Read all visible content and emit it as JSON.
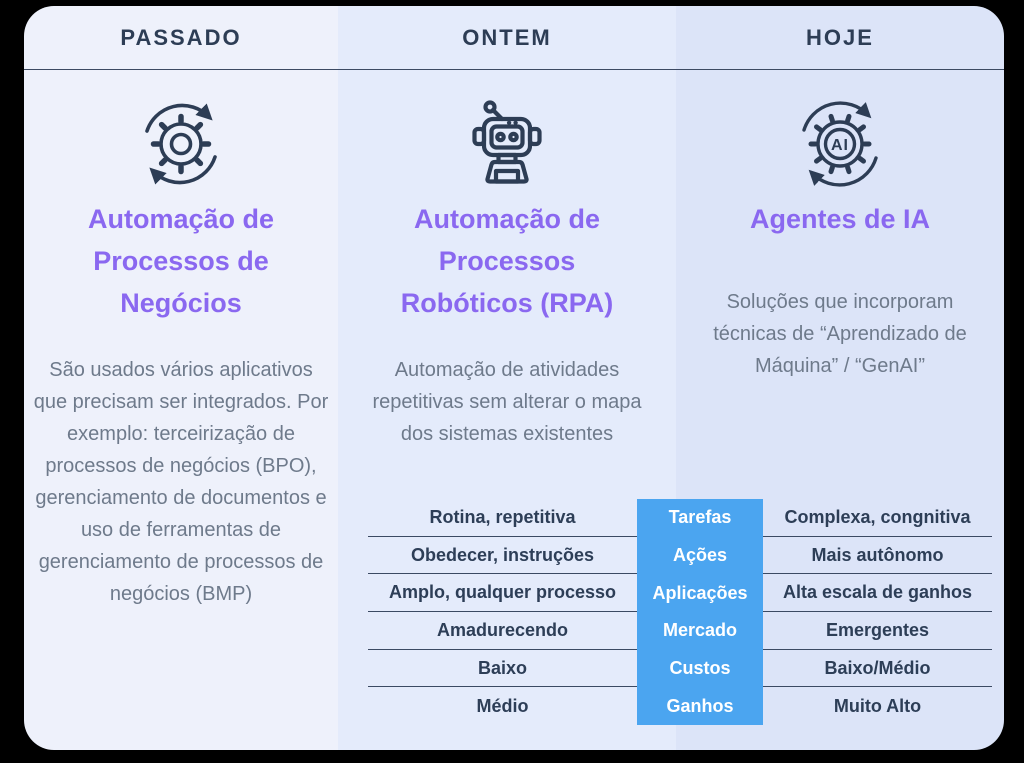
{
  "infographic": {
    "columns": [
      {
        "header": "PASSADO",
        "icon": "process-automation-cycle-icon",
        "title": "Automação de Processos de Negócios",
        "body": "São usados vários aplicativos que precisam ser integrados. Por exemplo: terceirização de processos de negócios (BPO), gerenciamento de documentos e uso de ferramentas de gerenciamento de processos de negócios (BMP)"
      },
      {
        "header": "ONTEM",
        "icon": "robot-icon",
        "title": "Automação de Processos Robóticos (RPA)",
        "body": "Automação de atividades repetitivas sem alterar o mapa dos sistemas existentes"
      },
      {
        "header": "HOJE",
        "icon": "ai-gear-cycle-icon",
        "title": "Agentes de IA",
        "body": "Soluções que incorporam técnicas de “Aprendizado de Máquina” / “GenAI”"
      }
    ],
    "comparison_table": {
      "rows": [
        {
          "left": "Rotina, repetitiva",
          "center": "Tarefas",
          "right": "Complexa, congnitiva"
        },
        {
          "left": "Obedecer, instruções",
          "center": "Ações",
          "right": "Mais autônomo"
        },
        {
          "left": "Amplo, qualquer processo",
          "center": "Aplicações",
          "right": "Alta escala de ganhos"
        },
        {
          "left": "Amadurecendo",
          "center": "Mercado",
          "right": "Emergentes"
        },
        {
          "left": "Baixo",
          "center": "Custos",
          "right": "Baixo/Médio"
        },
        {
          "left": "Médio",
          "center": "Ganhos",
          "right": "Muito Alto"
        }
      ]
    },
    "colors": {
      "title_accent": "#8a68f0",
      "header_text": "#2d3d55",
      "body_text": "#6e7a8b",
      "icon_stroke": "#2d3d55",
      "table_center_bg": "#4ba5f0",
      "table_center_text": "#ffffff",
      "table_side_text": "#2d3e57",
      "column_backgrounds": [
        "#eef1fb",
        "#e4ebfb",
        "#dce4f8"
      ]
    }
  }
}
